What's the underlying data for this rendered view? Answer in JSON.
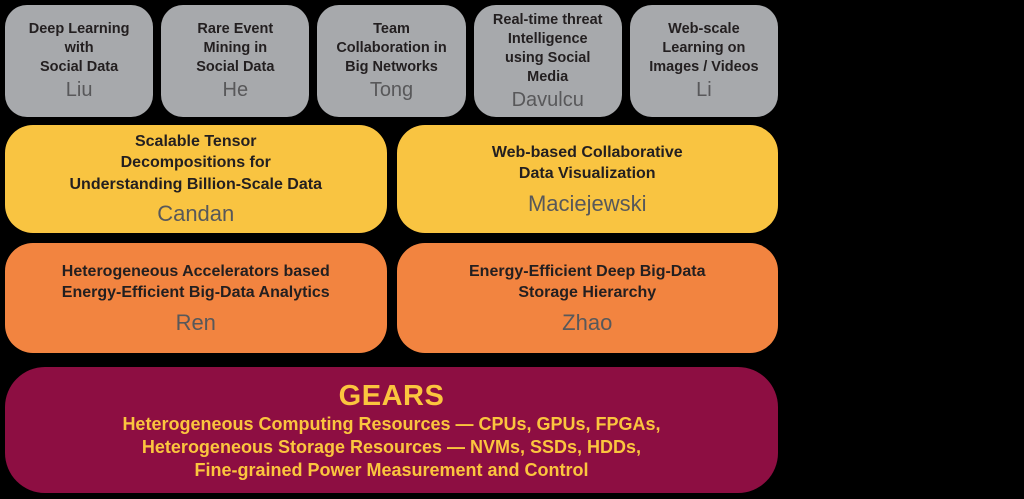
{
  "colors": {
    "background": "#000000",
    "gray_box": "#A7A9AC",
    "yellow_box": "#F9C441",
    "orange_box": "#F28440",
    "maroon_box": "#8D0E42",
    "title_text": "#231F20",
    "name_text": "#58585A",
    "gears_text": "#FBC53E"
  },
  "faculty_row": [
    {
      "title": "Deep Learning\nwith\nSocial Data",
      "name": "Liu"
    },
    {
      "title": "Rare Event\nMining in\nSocial Data",
      "name": "He"
    },
    {
      "title": "Team\nCollaboration in\nBig Networks",
      "name": "Tong"
    },
    {
      "title": "Real-time threat\nIntelligence\nusing Social\nMedia",
      "name": "Davulcu"
    },
    {
      "title": "Web-scale\nLearning on\nImages / Videos",
      "name": "Li"
    }
  ],
  "middle_row": [
    {
      "title": "Scalable Tensor\nDecompositions for\nUnderstanding Billion-Scale Data",
      "name": "Candan"
    },
    {
      "title": "Web-based Collaborative\nData Visualization",
      "name": "Maciejewski"
    }
  ],
  "systems_row": [
    {
      "title": "Heterogeneous Accelerators based\nEnergy-Efficient Big-Data Analytics",
      "name": "Ren"
    },
    {
      "title": "Energy-Efficient Deep Big-Data\nStorage Hierarchy",
      "name": "Zhao"
    }
  ],
  "gears": {
    "title": "GEARS",
    "lines": [
      "Heterogeneous Computing Resources — CPUs, GPUs, FPGAs,",
      "Heterogeneous Storage Resources — NVMs, SSDs, HDDs,",
      "Fine-grained Power Measurement and Control"
    ]
  }
}
